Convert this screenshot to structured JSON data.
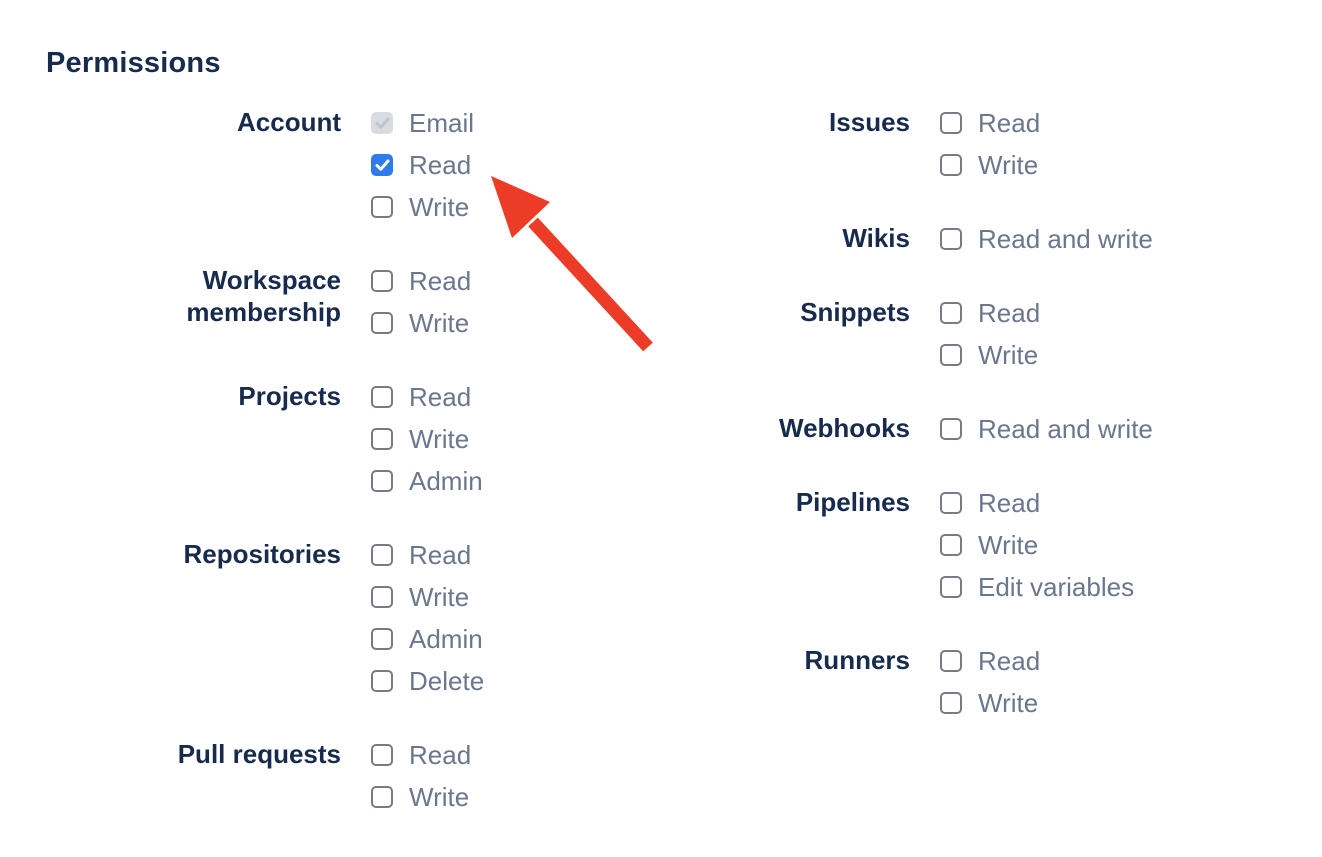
{
  "permissions": {
    "heading": "Permissions",
    "columns": [
      {
        "groups": [
          {
            "label": "Account",
            "options": [
              {
                "label": "Email",
                "state": "checked-disabled"
              },
              {
                "label": "Read",
                "state": "checked"
              },
              {
                "label": "Write",
                "state": "unchecked"
              }
            ]
          },
          {
            "label": "Workspace membership",
            "options": [
              {
                "label": "Read",
                "state": "unchecked"
              },
              {
                "label": "Write",
                "state": "unchecked"
              }
            ]
          },
          {
            "label": "Projects",
            "options": [
              {
                "label": "Read",
                "state": "unchecked"
              },
              {
                "label": "Write",
                "state": "unchecked"
              },
              {
                "label": "Admin",
                "state": "unchecked"
              }
            ]
          },
          {
            "label": "Repositories",
            "options": [
              {
                "label": "Read",
                "state": "unchecked"
              },
              {
                "label": "Write",
                "state": "unchecked"
              },
              {
                "label": "Admin",
                "state": "unchecked"
              },
              {
                "label": "Delete",
                "state": "unchecked"
              }
            ]
          },
          {
            "label": "Pull requests",
            "options": [
              {
                "label": "Read",
                "state": "unchecked"
              },
              {
                "label": "Write",
                "state": "unchecked"
              }
            ]
          }
        ]
      },
      {
        "groups": [
          {
            "label": "Issues",
            "options": [
              {
                "label": "Read",
                "state": "unchecked"
              },
              {
                "label": "Write",
                "state": "unchecked"
              }
            ]
          },
          {
            "label": "Wikis",
            "options": [
              {
                "label": "Read and write",
                "state": "unchecked"
              }
            ]
          },
          {
            "label": "Snippets",
            "options": [
              {
                "label": "Read",
                "state": "unchecked"
              },
              {
                "label": "Write",
                "state": "unchecked"
              }
            ]
          },
          {
            "label": "Webhooks",
            "options": [
              {
                "label": "Read and write",
                "state": "unchecked"
              }
            ]
          },
          {
            "label": "Pipelines",
            "options": [
              {
                "label": "Read",
                "state": "unchecked"
              },
              {
                "label": "Write",
                "state": "unchecked"
              },
              {
                "label": "Edit variables",
                "state": "unchecked"
              }
            ]
          },
          {
            "label": "Runners",
            "options": [
              {
                "label": "Read",
                "state": "unchecked"
              },
              {
                "label": "Write",
                "state": "unchecked"
              }
            ]
          }
        ]
      }
    ]
  },
  "colors": {
    "heading_text": "#172B4D",
    "group_label_text": "#172B4D",
    "option_label_text": "#6B778C",
    "checkbox_checked_bg": "#2E7CEB",
    "checkbox_disabled_bg": "#D8DBE0",
    "checkbox_border": "#767C86",
    "arrow_red": "#EC3B26"
  },
  "annotation": {
    "description": "red arrow pointing at Account Read checkbox",
    "color": "#EC3B26"
  }
}
